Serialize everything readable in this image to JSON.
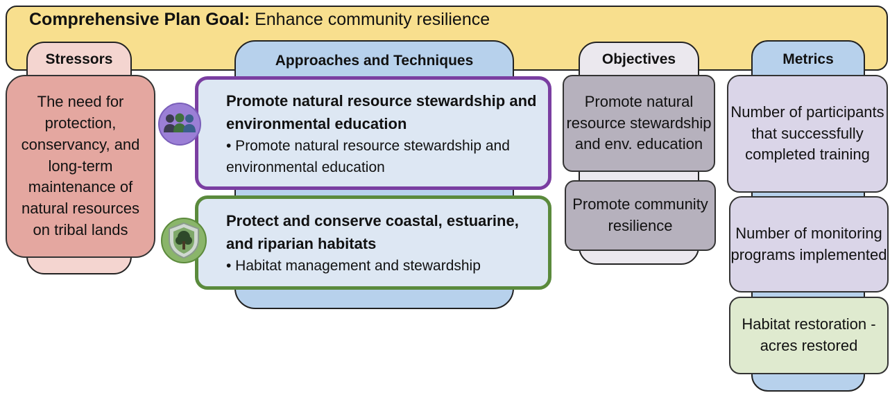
{
  "goal": {
    "label": "Comprehensive Plan Goal:",
    "text": " Enhance community resilience"
  },
  "columns": {
    "stressors": {
      "header": "Stressors",
      "items": [
        "The need for protection, conservancy, and long-term maintenance of natural resources on tribal lands"
      ]
    },
    "approaches": {
      "header": "Approaches and Techniques",
      "items": [
        {
          "icon": "people-group-icon",
          "title": "Promote natural resource stewardship and environmental education",
          "bullet": "• Promote natural resource stewardship and environmental education"
        },
        {
          "icon": "tree-shield-icon",
          "title": "Protect and conserve coastal, estuarine, and riparian habitats",
          "bullet": "• Habitat management and stewardship"
        }
      ]
    },
    "objectives": {
      "header": "Objectives",
      "items": [
        "Promote natural resource stewardship and env. education",
        "Promote community resilience"
      ]
    },
    "metrics": {
      "header": "Metrics",
      "items": [
        "Number of participants that successfully completed training",
        "Number of monitoring programs implemented",
        "Habitat restoration - acres restored"
      ]
    }
  },
  "colors": {
    "goal": "#f8df8e",
    "stressor": "#e4a7a0",
    "stressor_header": "#f4d5d0",
    "approach_header": "#b7d1ec",
    "approach_box": "#dde7f3",
    "approach1_border": "#7a3ea1",
    "approach2_border": "#5a8a3c",
    "objective_header": "#ebe8ee",
    "objective_box": "#b6b1bd",
    "metric_header": "#b7d1ec",
    "metric_box": "#dad5e8",
    "metric_green": "#dfeacf"
  }
}
